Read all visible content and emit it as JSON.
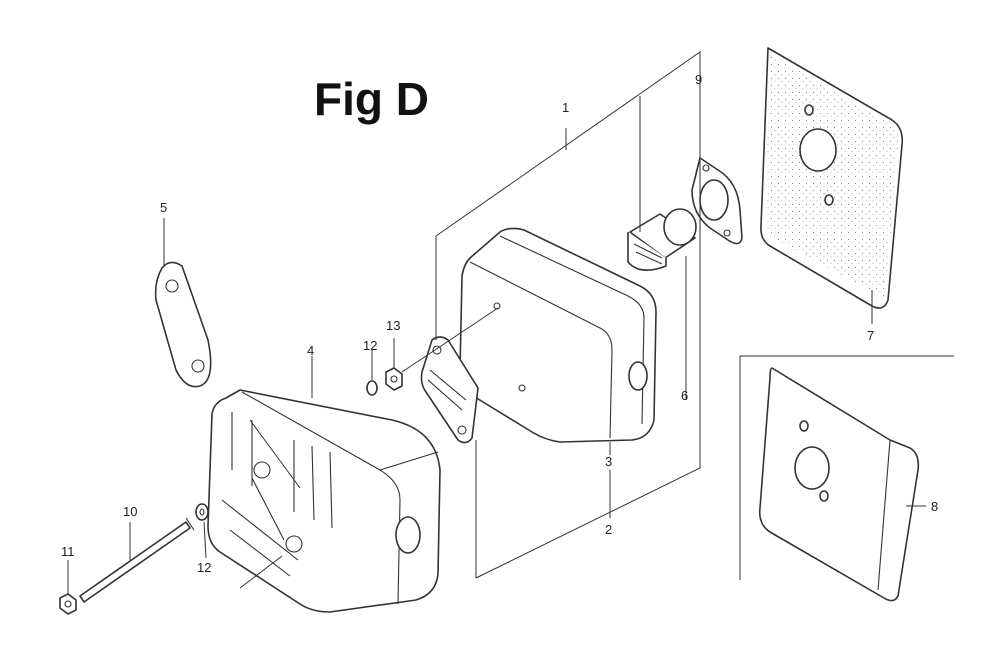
{
  "figure": {
    "title": "Fig D"
  },
  "callouts": {
    "c1": "1",
    "c2": "2",
    "c3": "3",
    "c4": "4",
    "c5": "5",
    "c6": "6",
    "c7": "7",
    "c8": "8",
    "c9": "9",
    "c10": "10",
    "c11": "11",
    "c12a": "12",
    "c12b": "12",
    "c13": "13"
  }
}
